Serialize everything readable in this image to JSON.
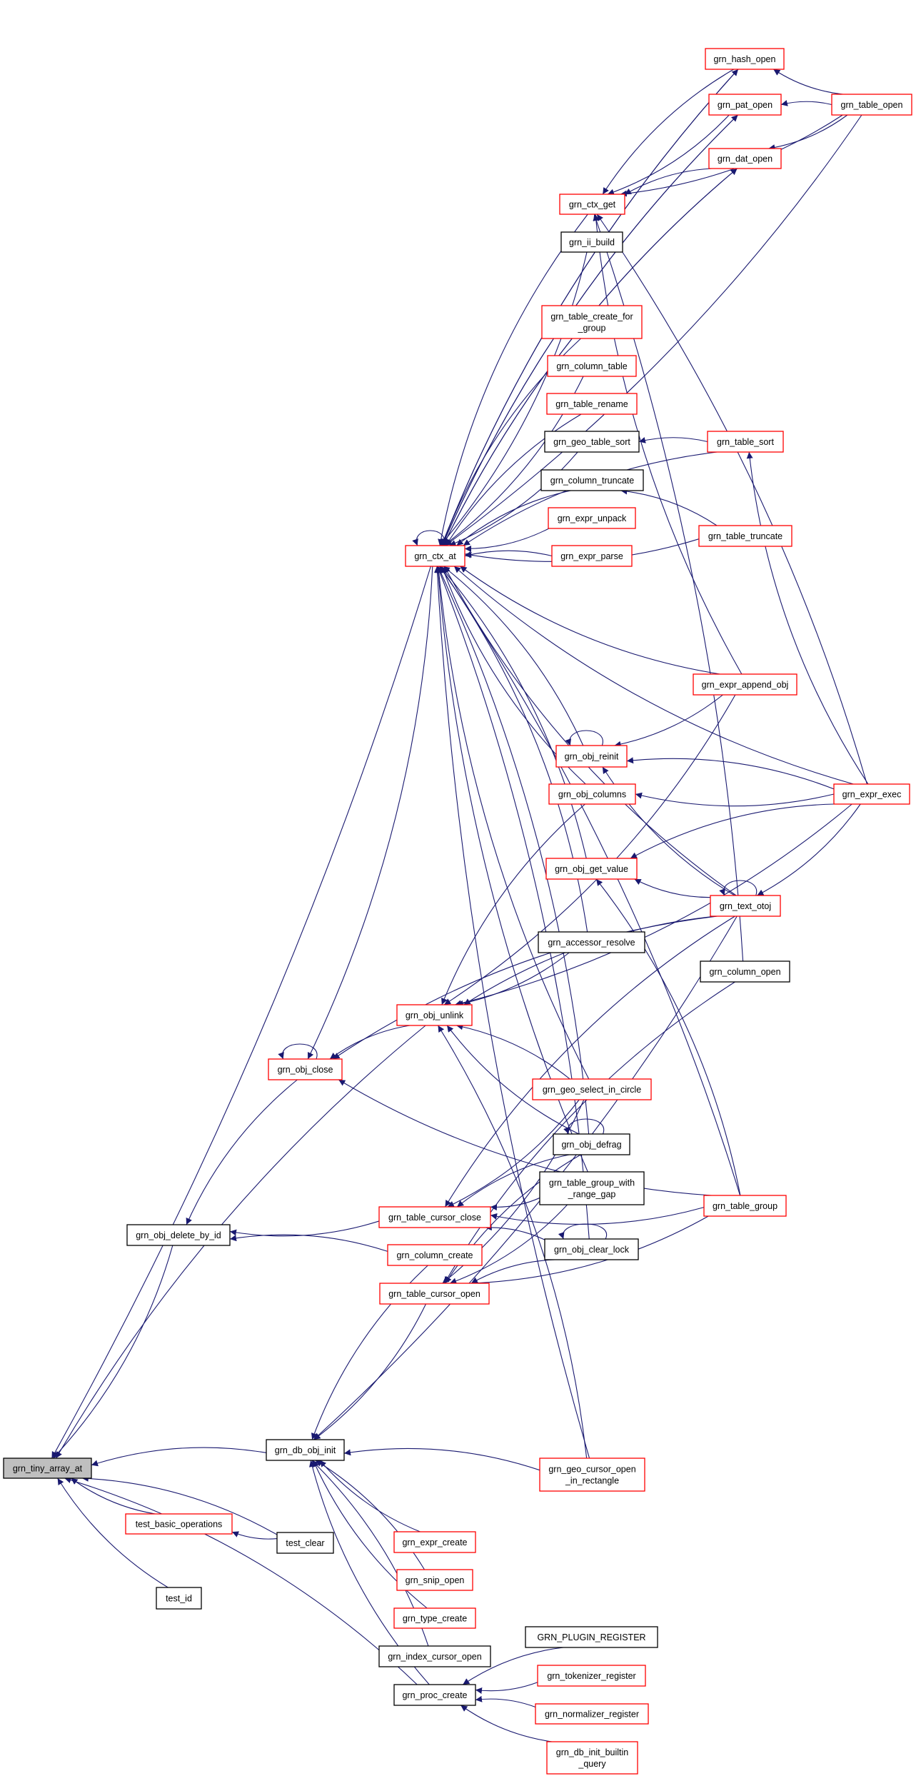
{
  "colors": {
    "edge": "#191970",
    "red_border": "#ff0000",
    "black_border": "#000000",
    "focus_fill": "#bfbfbf"
  },
  "nodes": {
    "hash_open": {
      "lines": [
        "grn_hash_open"
      ],
      "border": "red"
    },
    "pat_open": {
      "lines": [
        "grn_pat_open"
      ],
      "border": "red"
    },
    "table_open": {
      "lines": [
        "grn_table_open"
      ],
      "border": "red"
    },
    "dat_open": {
      "lines": [
        "grn_dat_open"
      ],
      "border": "red"
    },
    "ctx_get": {
      "lines": [
        "grn_ctx_get"
      ],
      "border": "red"
    },
    "ii_build": {
      "lines": [
        "grn_ii_build"
      ],
      "border": "black"
    },
    "table_create_for_group": {
      "lines": [
        "grn_table_create_for",
        "_group"
      ],
      "border": "red"
    },
    "column_table": {
      "lines": [
        "grn_column_table"
      ],
      "border": "red"
    },
    "table_rename": {
      "lines": [
        "grn_table_rename"
      ],
      "border": "red"
    },
    "geo_table_sort": {
      "lines": [
        "grn_geo_table_sort"
      ],
      "border": "black"
    },
    "table_sort": {
      "lines": [
        "grn_table_sort"
      ],
      "border": "red"
    },
    "column_truncate": {
      "lines": [
        "grn_column_truncate"
      ],
      "border": "black"
    },
    "expr_unpack": {
      "lines": [
        "grn_expr_unpack"
      ],
      "border": "red"
    },
    "table_truncate": {
      "lines": [
        "grn_table_truncate"
      ],
      "border": "red"
    },
    "ctx_at": {
      "lines": [
        "grn_ctx_at"
      ],
      "border": "red"
    },
    "expr_parse": {
      "lines": [
        "grn_expr_parse"
      ],
      "border": "red"
    },
    "expr_append_obj": {
      "lines": [
        "grn_expr_append_obj"
      ],
      "border": "red"
    },
    "obj_reinit": {
      "lines": [
        "grn_obj_reinit"
      ],
      "border": "red"
    },
    "obj_columns": {
      "lines": [
        "grn_obj_columns"
      ],
      "border": "red"
    },
    "expr_exec": {
      "lines": [
        "grn_expr_exec"
      ],
      "border": "red"
    },
    "obj_get_value": {
      "lines": [
        "grn_obj_get_value"
      ],
      "border": "red"
    },
    "text_otoj": {
      "lines": [
        "grn_text_otoj"
      ],
      "border": "red"
    },
    "accessor_resolve": {
      "lines": [
        "grn_accessor_resolve"
      ],
      "border": "black"
    },
    "column_open": {
      "lines": [
        "grn_column_open"
      ],
      "border": "black"
    },
    "obj_unlink": {
      "lines": [
        "grn_obj_unlink"
      ],
      "border": "red"
    },
    "obj_close": {
      "lines": [
        "grn_obj_close"
      ],
      "border": "red"
    },
    "geo_select_in_circle": {
      "lines": [
        "grn_geo_select_in_circle"
      ],
      "border": "red"
    },
    "obj_defrag": {
      "lines": [
        "grn_obj_defrag"
      ],
      "border": "black"
    },
    "table_group_with": {
      "lines": [
        "grn_table_group_with",
        "_range_gap"
      ],
      "border": "black"
    },
    "table_group": {
      "lines": [
        "grn_table_group"
      ],
      "border": "red"
    },
    "table_cursor_close": {
      "lines": [
        "grn_table_cursor_close"
      ],
      "border": "red"
    },
    "obj_delete_by_id": {
      "lines": [
        "grn_obj_delete_by_id"
      ],
      "border": "black"
    },
    "obj_clear_lock": {
      "lines": [
        "grn_obj_clear_lock"
      ],
      "border": "black"
    },
    "column_create": {
      "lines": [
        "grn_column_create"
      ],
      "border": "red"
    },
    "table_cursor_open": {
      "lines": [
        "grn_table_cursor_open"
      ],
      "border": "red"
    },
    "db_obj_init": {
      "lines": [
        "grn_db_obj_init"
      ],
      "border": "black"
    },
    "tiny_array_at": {
      "lines": [
        "grn_tiny_array_at"
      ],
      "border": "black",
      "focus": true
    },
    "geo_cursor_open": {
      "lines": [
        "grn_geo_cursor_open",
        "_in_rectangle"
      ],
      "border": "red"
    },
    "test_basic_operations": {
      "lines": [
        "test_basic_operations"
      ],
      "border": "red"
    },
    "test_clear": {
      "lines": [
        "test_clear"
      ],
      "border": "black"
    },
    "expr_create": {
      "lines": [
        "grn_expr_create"
      ],
      "border": "red"
    },
    "snip_open": {
      "lines": [
        "grn_snip_open"
      ],
      "border": "red"
    },
    "test_id": {
      "lines": [
        "test_id"
      ],
      "border": "black"
    },
    "type_create": {
      "lines": [
        "grn_type_create"
      ],
      "border": "red"
    },
    "plugin_register": {
      "lines": [
        "GRN_PLUGIN_REGISTER"
      ],
      "border": "black"
    },
    "index_cursor_open": {
      "lines": [
        "grn_index_cursor_open"
      ],
      "border": "black"
    },
    "tokenizer_register": {
      "lines": [
        "grn_tokenizer_register"
      ],
      "border": "red"
    },
    "proc_create": {
      "lines": [
        "grn_proc_create"
      ],
      "border": "black"
    },
    "normalizer_register": {
      "lines": [
        "grn_normalizer_register"
      ],
      "border": "red"
    },
    "db_init_builtin_query": {
      "lines": [
        "grn_db_init_builtin",
        "_query"
      ],
      "border": "red"
    }
  },
  "edges": [
    [
      "ctx_at",
      "tiny_array_at"
    ],
    [
      "obj_unlink",
      "tiny_array_at"
    ],
    [
      "obj_delete_by_id",
      "tiny_array_at"
    ],
    [
      "db_obj_init",
      "tiny_array_at"
    ],
    [
      "test_basic_operations",
      "tiny_array_at"
    ],
    [
      "test_clear",
      "tiny_array_at"
    ],
    [
      "test_id",
      "tiny_array_at"
    ],
    [
      "proc_create",
      "tiny_array_at"
    ],
    [
      "test_clear",
      "test_basic_operations"
    ],
    [
      "obj_close",
      "obj_delete_by_id"
    ],
    [
      "table_cursor_close",
      "obj_delete_by_id"
    ],
    [
      "column_create",
      "obj_delete_by_id"
    ],
    [
      "ctx_at",
      "obj_close"
    ],
    [
      "obj_unlink",
      "obj_close"
    ],
    [
      "obj_close",
      "obj_close"
    ],
    [
      "text_otoj",
      "obj_close"
    ],
    [
      "table_group",
      "obj_close"
    ],
    [
      "ctx_at",
      "ctx_at"
    ],
    [
      "ctx_at",
      "hash_open"
    ],
    [
      "hash_open",
      "ctx_at"
    ],
    [
      "ctx_at",
      "pat_open"
    ],
    [
      "pat_open",
      "ctx_at"
    ],
    [
      "ctx_at",
      "dat_open"
    ],
    [
      "dat_open",
      "ctx_at"
    ],
    [
      "table_open",
      "ctx_at"
    ],
    [
      "ctx_get",
      "ctx_at"
    ],
    [
      "ii_build",
      "ctx_at"
    ],
    [
      "table_create_for_group",
      "ctx_at"
    ],
    [
      "column_table",
      "ctx_at"
    ],
    [
      "table_rename",
      "ctx_at"
    ],
    [
      "geo_table_sort",
      "ctx_at"
    ],
    [
      "column_truncate",
      "ctx_at"
    ],
    [
      "expr_unpack",
      "ctx_at"
    ],
    [
      "expr_parse",
      "ctx_at"
    ],
    [
      "table_truncate",
      "ctx_at"
    ],
    [
      "table_sort",
      "ctx_at"
    ],
    [
      "expr_append_obj",
      "ctx_at"
    ],
    [
      "obj_reinit",
      "ctx_at"
    ],
    [
      "obj_columns",
      "ctx_at"
    ],
    [
      "obj_get_value",
      "ctx_at"
    ],
    [
      "text_otoj",
      "ctx_at"
    ],
    [
      "accessor_resolve",
      "ctx_at"
    ],
    [
      "geo_select_in_circle",
      "ctx_at"
    ],
    [
      "obj_defrag",
      "ctx_at"
    ],
    [
      "table_group_with",
      "ctx_at"
    ],
    [
      "obj_clear_lock",
      "ctx_at"
    ],
    [
      "expr_exec",
      "ctx_at"
    ],
    [
      "table_group",
      "ctx_at"
    ],
    [
      "geo_cursor_open",
      "ctx_at"
    ],
    [
      "hash_open",
      "ctx_get"
    ],
    [
      "pat_open",
      "ctx_get"
    ],
    [
      "dat_open",
      "ctx_get"
    ],
    [
      "table_open",
      "ctx_get"
    ],
    [
      "expr_exec",
      "ctx_get"
    ],
    [
      "expr_append_obj",
      "ctx_get"
    ],
    [
      "column_open",
      "ctx_get"
    ],
    [
      "table_open",
      "hash_open"
    ],
    [
      "table_open",
      "pat_open"
    ],
    [
      "table_open",
      "dat_open"
    ],
    [
      "table_sort",
      "geo_table_sort"
    ],
    [
      "expr_exec",
      "table_sort"
    ],
    [
      "table_truncate",
      "column_truncate"
    ],
    [
      "expr_append_obj",
      "obj_reinit"
    ],
    [
      "expr_exec",
      "obj_reinit"
    ],
    [
      "text_otoj",
      "obj_reinit"
    ],
    [
      "obj_reinit",
      "obj_reinit"
    ],
    [
      "expr_exec",
      "obj_columns"
    ],
    [
      "expr_exec",
      "obj_get_value"
    ],
    [
      "text_otoj",
      "obj_get_value"
    ],
    [
      "table_group",
      "obj_get_value"
    ],
    [
      "expr_exec",
      "text_otoj"
    ],
    [
      "text_otoj",
      "text_otoj"
    ],
    [
      "expr_append_obj",
      "obj_unlink"
    ],
    [
      "obj_columns",
      "obj_unlink"
    ],
    [
      "accessor_resolve",
      "obj_unlink"
    ],
    [
      "text_otoj",
      "obj_unlink"
    ],
    [
      "expr_exec",
      "obj_unlink"
    ],
    [
      "geo_select_in_circle",
      "obj_unlink"
    ],
    [
      "obj_defrag",
      "obj_unlink"
    ],
    [
      "geo_cursor_open",
      "obj_unlink"
    ],
    [
      "geo_select_in_circle",
      "table_cursor_close"
    ],
    [
      "obj_defrag",
      "table_cursor_close"
    ],
    [
      "table_group_with",
      "table_cursor_close"
    ],
    [
      "obj_clear_lock",
      "table_cursor_close"
    ],
    [
      "table_group",
      "table_cursor_close"
    ],
    [
      "text_otoj",
      "table_cursor_close"
    ],
    [
      "obj_clear_lock",
      "obj_clear_lock"
    ],
    [
      "obj_defrag",
      "obj_defrag"
    ],
    [
      "geo_select_in_circle",
      "table_cursor_open"
    ],
    [
      "obj_defrag",
      "table_cursor_open"
    ],
    [
      "table_group_with",
      "table_cursor_open"
    ],
    [
      "obj_clear_lock",
      "table_cursor_open"
    ],
    [
      "table_group",
      "table_cursor_open"
    ],
    [
      "column_open",
      "table_cursor_open"
    ],
    [
      "table_cursor_open",
      "db_obj_init"
    ],
    [
      "column_create",
      "db_obj_init"
    ],
    [
      "text_otoj",
      "db_obj_init"
    ],
    [
      "geo_cursor_open",
      "db_obj_init"
    ],
    [
      "expr_create",
      "db_obj_init"
    ],
    [
      "snip_open",
      "db_obj_init"
    ],
    [
      "type_create",
      "db_obj_init"
    ],
    [
      "index_cursor_open",
      "db_obj_init"
    ],
    [
      "proc_create",
      "db_obj_init"
    ],
    [
      "plugin_register",
      "proc_create"
    ],
    [
      "tokenizer_register",
      "proc_create"
    ],
    [
      "normalizer_register",
      "proc_create"
    ],
    [
      "db_init_builtin_query",
      "proc_create"
    ]
  ]
}
